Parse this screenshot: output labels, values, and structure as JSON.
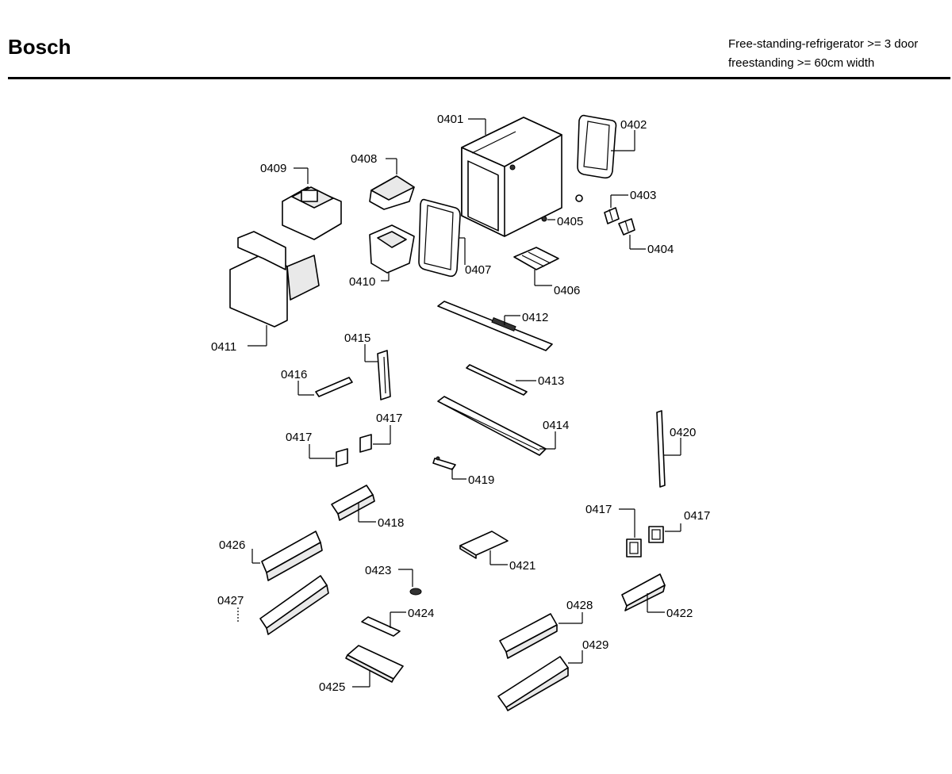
{
  "header": {
    "brand": "Bosch",
    "subtitle_line1": "Free-standing-refrigerator >= 3 door",
    "subtitle_line2": "freestanding >= 60cm width"
  },
  "parts": {
    "p0401": "0401",
    "p0402": "0402",
    "p0403": "0403",
    "p0404": "0404",
    "p0405": "0405",
    "p0406": "0406",
    "p0407": "0407",
    "p0408": "0408",
    "p0409": "0409",
    "p0410": "0410",
    "p0411": "0411",
    "p0412": "0412",
    "p0413": "0413",
    "p0414": "0414",
    "p0415": "0415",
    "p0416": "0416",
    "p0417a": "0417",
    "p0417b": "0417",
    "p0417c": "0417",
    "p0417d": "0417",
    "p0418": "0418",
    "p0419": "0419",
    "p0420": "0420",
    "p0421": "0421",
    "p0422": "0422",
    "p0423": "0423",
    "p0424": "0424",
    "p0425": "0425",
    "p0426": "0426",
    "p0427": "0427",
    "p0428": "0428",
    "p0429": "0429"
  }
}
